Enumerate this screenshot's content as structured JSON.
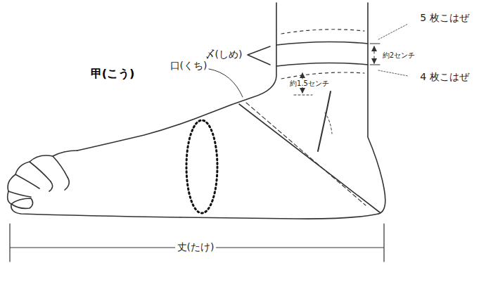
{
  "diagram": {
    "labels": [
      "〆(しめ)",
      "5 枚こはぜ",
      "約2センチ",
      "4 枚こはぜ",
      "口(くち)",
      "甲(こう)",
      "約1.5センチ",
      "丈(たけ)"
    ]
  }
}
